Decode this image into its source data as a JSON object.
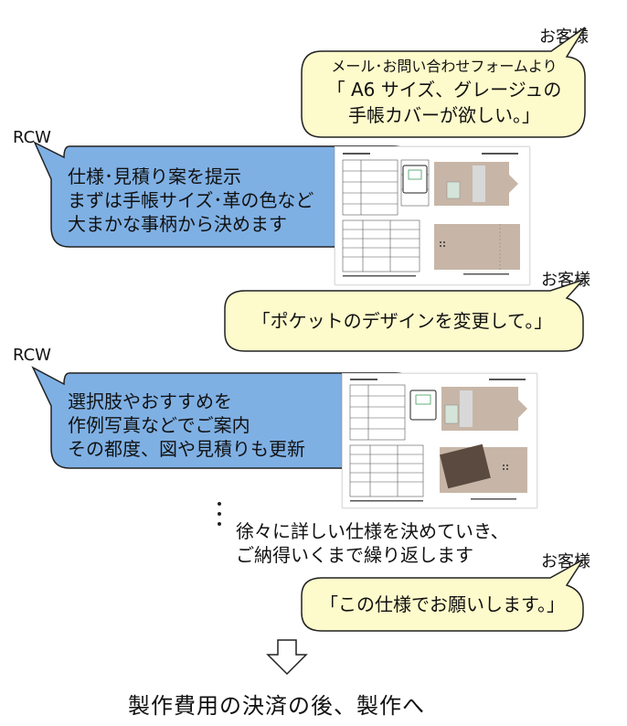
{
  "speakers": {
    "customer": "お客様",
    "rcw": "RCW"
  },
  "bubbles": {
    "b1": {
      "line1": "メール･お問い合わせフォームより",
      "line2": "「 A6 サイズ、グレージュの",
      "line3": "手帳カバーが欲しい。」"
    },
    "b2": {
      "line1": "仕様･見積り案を提示",
      "line2": "まずは手帳サイズ･革の色など",
      "line3": "大まかな事柄から決めます"
    },
    "b3": {
      "line1": "「ポケットのデザインを変更して。」"
    },
    "b4": {
      "line1": "選択肢やおすすめを",
      "line2": "作例写真などでご案内",
      "line3": "その都度、図や見積りも更新"
    },
    "b5": {
      "line1": "「この仕様でお願いします。」"
    }
  },
  "middle_text": {
    "line1": "徐々に詳しい仕様を決めていき、",
    "line2": "ご納得いくまで繰り返します"
  },
  "final_text": "製作費用の決済の後、製作へ",
  "colors": {
    "customer_bubble": "#fdfacb",
    "rcw_bubble": "#7fb0e4",
    "bubble_stroke": "#222222",
    "leather": "#c7b6a7",
    "logo_green": "#3f9c5a"
  },
  "icons": {
    "ellipsis": "vertical-dots-icon",
    "arrow": "down-arrow-icon"
  }
}
